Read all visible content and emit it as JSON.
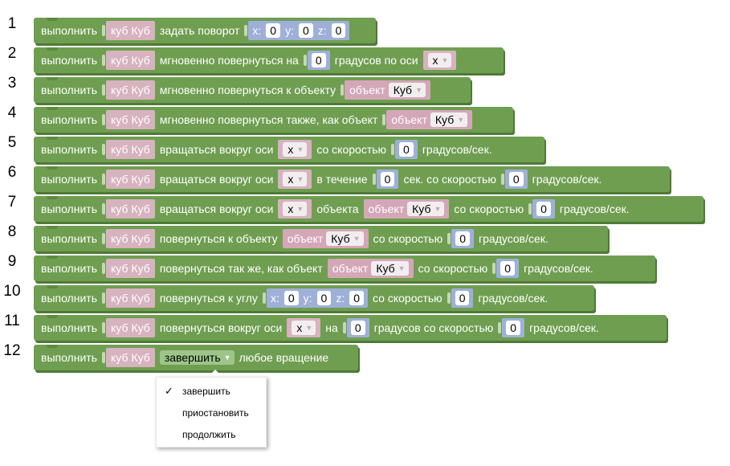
{
  "common": {
    "execute": "выполнить",
    "cube_label": "куб",
    "cube_name": "Куб",
    "object_label": "объект"
  },
  "numbers": [
    "1",
    "2",
    "3",
    "4",
    "5",
    "6",
    "7",
    "8",
    "9",
    "10",
    "11",
    "12"
  ],
  "b1": {
    "action": "задать поворот",
    "x_label": "x:",
    "x_value": "0",
    "y_label": "y:",
    "y_value": "0",
    "z_label": "z:",
    "z_value": "0"
  },
  "b2": {
    "action": "мгновенно повернуться на",
    "value": "0",
    "suffix": "градусов по оси",
    "axis": "x"
  },
  "b3": {
    "action": "мгновенно повернуться к объекту"
  },
  "b4": {
    "action": "мгновенно повернуться также, как объект"
  },
  "b5": {
    "action": "вращаться вокруг оси",
    "axis": "x",
    "speed_label": "со скоростью",
    "speed": "0",
    "unit": "градусов/сек."
  },
  "b6": {
    "action": "вращаться вокруг оси",
    "axis": "x",
    "during": "в течение",
    "seconds": "0",
    "sec_speed": "сек. со скоростью",
    "speed": "0",
    "unit": "градусов/сек."
  },
  "b7": {
    "action": "вращаться вокруг оси",
    "axis": "x",
    "of_object": "объекта",
    "speed_label": "со скоростью",
    "speed": "0",
    "unit": "градусов/сек."
  },
  "b8": {
    "action": "повернуться к объекту",
    "speed_label": "со скоростью",
    "speed": "0",
    "unit": "градусов/сек."
  },
  "b9": {
    "action": "повернуться так же, как объект",
    "speed_label": "со скоростью",
    "speed": "0",
    "unit": "градусов/сек."
  },
  "b10": {
    "action": "повернуться к углу",
    "x_label": "x:",
    "x_value": "0",
    "y_label": "y:",
    "y_value": "0",
    "z_label": "z:",
    "z_value": "0",
    "speed_label": "со скоростью",
    "speed": "0",
    "unit": "градусов/сек."
  },
  "b11": {
    "action": "повернуться вокруг оси",
    "axis": "x",
    "on_label": "на",
    "degrees": "0",
    "deg_speed": "градусов со скоростью",
    "speed": "0",
    "unit": "градусов/сек."
  },
  "b12": {
    "mode": "завершить",
    "suffix": "любое вращение"
  },
  "menu": {
    "items": [
      "завершить",
      "приостановить",
      "продолжить"
    ],
    "selected": "завершить",
    "check": "✓"
  },
  "colors": {
    "block": "#6f9e51",
    "cube_input": "#d7b2bf",
    "vector_input": "#9fb0d8",
    "dropdown_green": "#9dc58a"
  }
}
